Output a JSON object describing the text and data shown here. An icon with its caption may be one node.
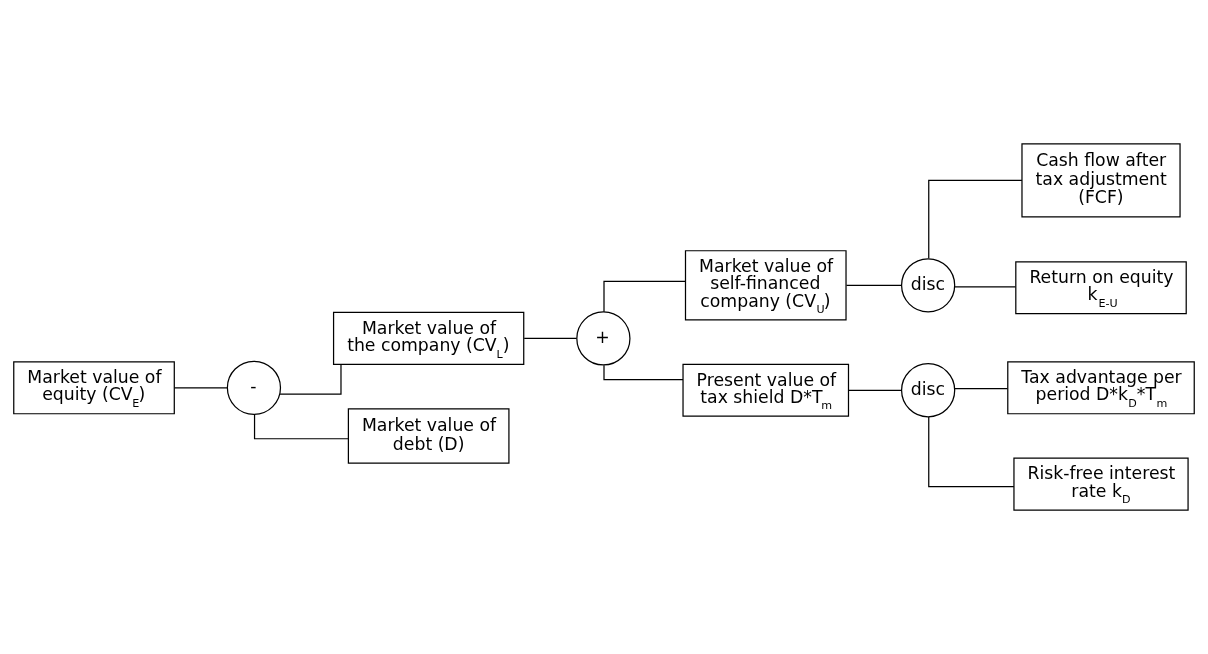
{
  "diagram": {
    "nodes": [
      {
        "text": [
          "Market value of equity (CV$_{E}$)"
        ]
      },
      {
        "text": [
          "-"
        ]
      },
      {
        "text": [
          "Market value of the company (CV$_{L}$)"
        ]
      },
      {
        "text": [
          "+"
        ]
      },
      {
        "text": [
          "Market value of self-financed company (CV$_{U}$)"
        ]
      },
      {
        "text": [
          "disc"
        ]
      },
      {
        "text": [
          "Cash flow after tax adjustment (FCF)"
        ]
      },
      {
        "text": [
          "Return on equity k$_{E-U}$"
        ]
      },
      {
        "text": [
          "Present value of tax shield D*T$_{m}$"
        ]
      },
      {
        "text": [
          "disc"
        ]
      },
      {
        "text": [
          "Tax advantage per period D*k$_{D}$*T$_{m}$"
        ]
      },
      {
        "text": [
          "Risk-free interest rate k$_{D}$"
        ]
      },
      {
        "text": [
          "Market value of debt (D)"
        ]
      }
    ],
    "edges": [
      {
        "from": 0,
        "to": 1,
        "arrow": "none"
      },
      {
        "from": 1,
        "to": 2,
        "arrow": "none"
      },
      {
        "from": 1,
        "to": 12,
        "arrow": "none"
      },
      {
        "from": 2,
        "to": 3,
        "arrow": "none"
      },
      {
        "from": 3,
        "to": 4,
        "arrow": "none"
      },
      {
        "from": 3,
        "to": 8,
        "arrow": "none"
      },
      {
        "from": 4,
        "to": 5,
        "arrow": "none"
      },
      {
        "from": 5,
        "to": 6,
        "arrow": "none"
      },
      {
        "from": 5,
        "to": 7,
        "arrow": "none"
      },
      {
        "from": 8,
        "to": 9,
        "arrow": "none"
      },
      {
        "from": 9,
        "to": 10,
        "arrow": "none"
      },
      {
        "from": 9,
        "to": 11,
        "arrow": "none"
      }
    ]
  }
}
